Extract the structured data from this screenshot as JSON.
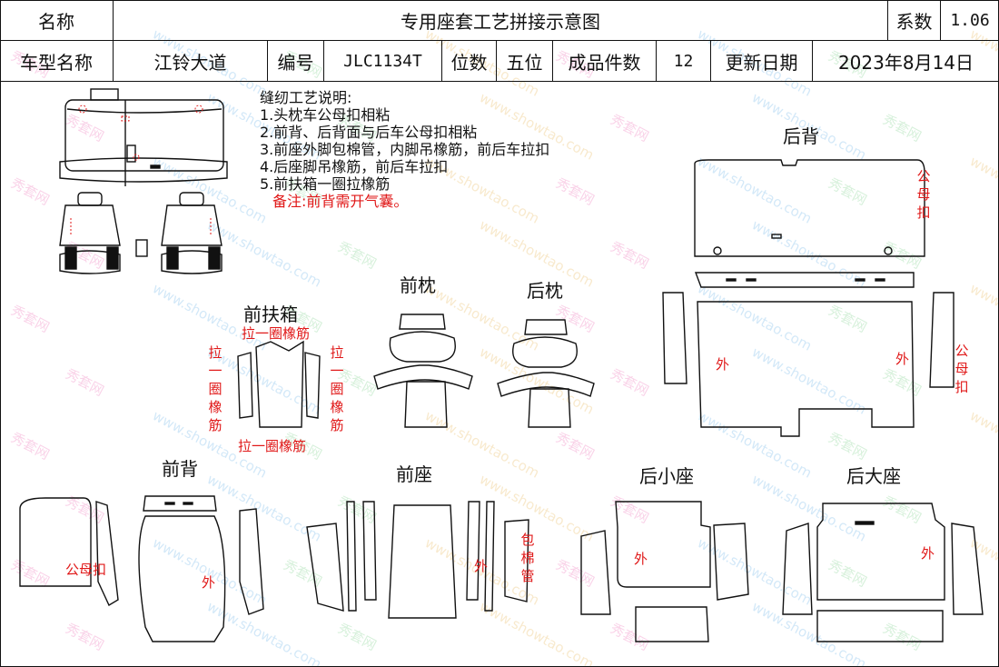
{
  "header": {
    "name_label": "名称",
    "title": "专用座套工艺拼接示意图",
    "coef_label": "系数",
    "coef_value": "1.06",
    "model_label": "车型名称",
    "model_value": "江铃大道",
    "code_label": "编号",
    "code_value": "JLC1134T",
    "pos_label": "位数",
    "pos_value": "五位",
    "pieces_label": "成品件数",
    "pieces_value": "12",
    "update_label": "更新日期",
    "update_value": "2023年8月14日"
  },
  "notes": {
    "title": "缝纫工艺说明:",
    "items": [
      "1.头枕车公母扣相粘",
      "2.前背、后背面与后车公母扣相粘",
      "3.前座外脚包棉管，内脚吊橡筋，前后车拉扣",
      "4.后座脚吊橡筋，前后车拉扣",
      "5.前扶箱一圈拉橡筋"
    ],
    "remark": "备注:前背需开气囊。"
  },
  "labels": {
    "rear_back": "后背",
    "front_pillow": "前枕",
    "rear_pillow": "后枕",
    "front_armrest": "前扶箱",
    "front_back": "前背",
    "front_seat": "前座",
    "rear_small_seat": "后小座",
    "rear_big_seat": "后大座"
  },
  "annotations": {
    "male_female_clip": "公母扣",
    "outside": "外",
    "elastic_loop": "拉一圈橡筋",
    "wrap_cotton_tube": "包棉管"
  },
  "watermark": {
    "cn": "秀套网",
    "en": "www.showtao.com"
  },
  "colors": {
    "line": "#111111",
    "annotation": "#e01818"
  }
}
